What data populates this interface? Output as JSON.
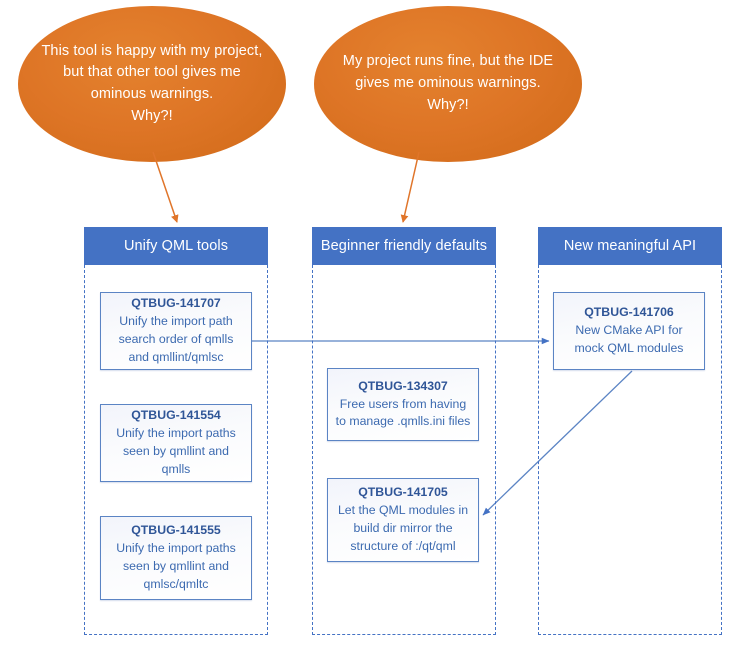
{
  "colors": {
    "lane_header_bg": "#4472C4",
    "bubble_fill": "#DE7526",
    "card_border": "#5B84C4",
    "card_text": "#2F5597",
    "arrow_orange": "#E0752A",
    "arrow_blue": "#4472C4"
  },
  "bubbles": [
    {
      "id": "bubble-left",
      "text": "This tool is happy with my project, but that other tool gives me ominous warnings.\nWhy?!"
    },
    {
      "id": "bubble-right",
      "text": "My project runs fine, but the IDE gives me ominous warnings.\nWhy?!"
    }
  ],
  "lanes": [
    {
      "id": "lane-1",
      "header": "Unify QML tools",
      "cards": [
        {
          "id": "QTBUG-141707",
          "desc": "Unify the import path search order of qmlls and qmllint/qmlsc"
        },
        {
          "id": "QTBUG-141554",
          "desc": "Unify the import paths seen by qmllint and qmlls"
        },
        {
          "id": "QTBUG-141555",
          "desc": "Unify the import paths seen by qmllint and qmlsc/qmltc"
        }
      ]
    },
    {
      "id": "lane-2",
      "header": "Beginner friendly defaults",
      "cards": [
        {
          "id": "QTBUG-134307",
          "desc": "Free users from having to manage .qmlls.ini files"
        },
        {
          "id": "QTBUG-141705",
          "desc": "Let the QML modules in build dir mirror the structure of :/qt/qml"
        }
      ]
    },
    {
      "id": "lane-3",
      "header": "New meaningful API",
      "cards": [
        {
          "id": "QTBUG-141706",
          "desc": "New CMake API for mock QML modules"
        }
      ]
    }
  ],
  "connectors": [
    {
      "name": "bubble-left-to-lane-1",
      "kind": "orange-arrow"
    },
    {
      "name": "bubble-right-to-lane-2",
      "kind": "orange-arrow"
    },
    {
      "name": "card-141707-to-card-141706",
      "kind": "blue-arrow"
    },
    {
      "name": "card-141706-to-card-141705",
      "kind": "blue-arrow"
    }
  ]
}
